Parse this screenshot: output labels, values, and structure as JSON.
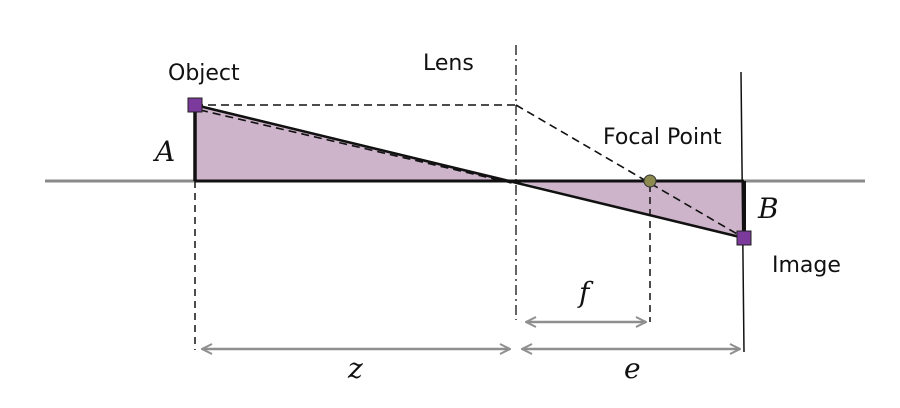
{
  "labels": {
    "object": "Object",
    "lens": "Lens",
    "focal_point": "Focal Point",
    "image": "Image",
    "object_height": "A",
    "image_height": "B",
    "object_distance": "z",
    "focal_length": "f",
    "image_distance": "e"
  },
  "colors": {
    "triangle_fill": "#cdb4ca",
    "point_marker": "#7b3a9c",
    "focal_marker": "#8c8a4f",
    "axis_line": "#8a8a8a",
    "dimension_arrow": "#8f8f8f",
    "stroke": "#111111"
  }
}
